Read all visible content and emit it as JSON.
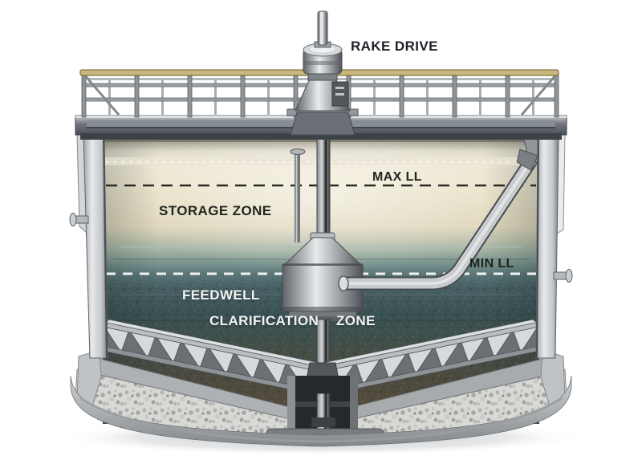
{
  "diagram": {
    "labels": {
      "rake_drive": "RAKE DRIVE",
      "max_ll": "MAX LL",
      "storage_zone": "STORAGE ZONE",
      "min_ll": "MIN LL",
      "feedwell": "FEEDWELL",
      "clarification": "CLARIFICATION",
      "zone": "ZONE"
    },
    "colors": {
      "label_dark": "#22261f",
      "label_light": "#f2f5f4",
      "water_storage_cream": "#ece5cd",
      "water_transition_teal": "#748f8b",
      "water_deep": "#3a5154",
      "sediment_brown": "#5a4c3d",
      "steel_light": "#dfe2e4",
      "steel_dark": "#53575d",
      "handrail_top": "#c9b87b",
      "concrete": "#c9ccce",
      "max_ll_line": "#2a2b24",
      "min_ll_line": "#f0f4f1"
    }
  }
}
